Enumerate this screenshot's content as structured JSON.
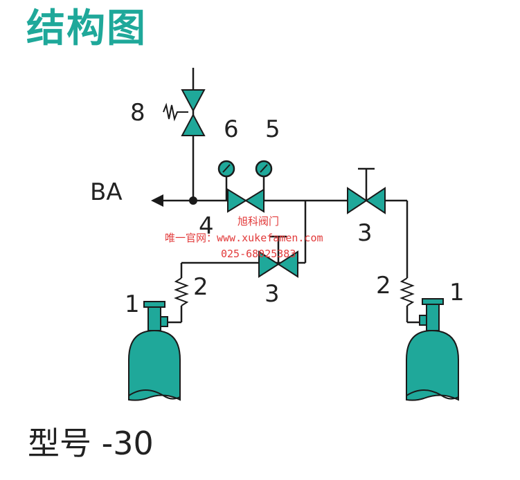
{
  "title": "结构图",
  "model": "型号 -30",
  "outlet_label": "BA",
  "labels": {
    "relief_valve": "8",
    "gauge_high": "6",
    "gauge_low": "5",
    "regulator": "4",
    "valve_center": "3",
    "valve_right": "3",
    "hose_left": "2",
    "hose_right": "2",
    "cylinder_left": "1",
    "cylinder_right": "1"
  },
  "watermark": {
    "brand": "旭科阀门",
    "site": "唯一官网：www.xukefamen.com",
    "phone": "025-68025383"
  },
  "colors": {
    "accent": "#1fa89a",
    "line": "#1a1a1a",
    "watermark": "#e23a3a"
  }
}
